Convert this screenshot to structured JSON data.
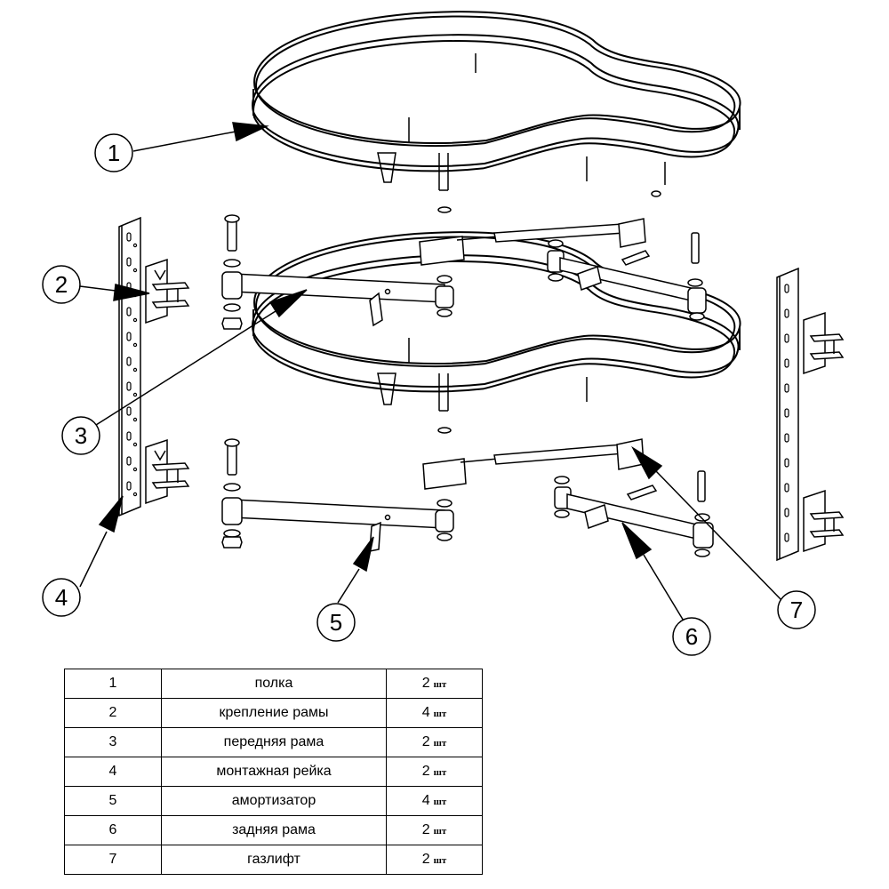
{
  "callouts": [
    "1",
    "2",
    "3",
    "4",
    "5",
    "6",
    "7"
  ],
  "parts_table": {
    "rows": [
      {
        "num": "1",
        "name": "полка",
        "qty": "2",
        "unit": "шт"
      },
      {
        "num": "2",
        "name": "крепление рамы",
        "qty": "4",
        "unit": "шт"
      },
      {
        "num": "3",
        "name": "передняя рама",
        "qty": "2",
        "unit": "шт"
      },
      {
        "num": "4",
        "name": "монтажная рейка",
        "qty": "2",
        "unit": "шт"
      },
      {
        "num": "5",
        "name": "амортизатор",
        "qty": "4",
        "unit": "шт"
      },
      {
        "num": "6",
        "name": "задняя рама",
        "qty": "2",
        "unit": "шт"
      },
      {
        "num": "7",
        "name": "газлифт",
        "qty": "2",
        "unit": "шт"
      }
    ]
  },
  "colors": {
    "line": "#000000",
    "background": "#ffffff"
  }
}
